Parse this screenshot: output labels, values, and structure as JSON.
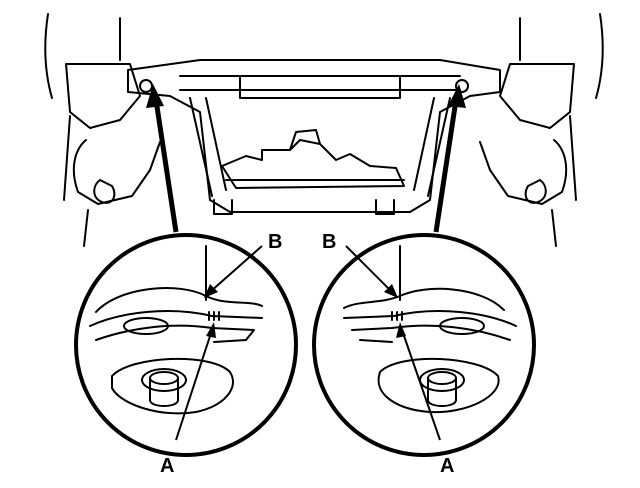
{
  "diagram": {
    "callouts": [
      {
        "id": "left-A",
        "letter": "A"
      },
      {
        "id": "left-B",
        "letter": "B"
      },
      {
        "id": "right-A",
        "letter": "A"
      },
      {
        "id": "right-B",
        "letter": "B"
      }
    ],
    "colors": {
      "ink": "#000000",
      "background": "#ffffff"
    }
  }
}
